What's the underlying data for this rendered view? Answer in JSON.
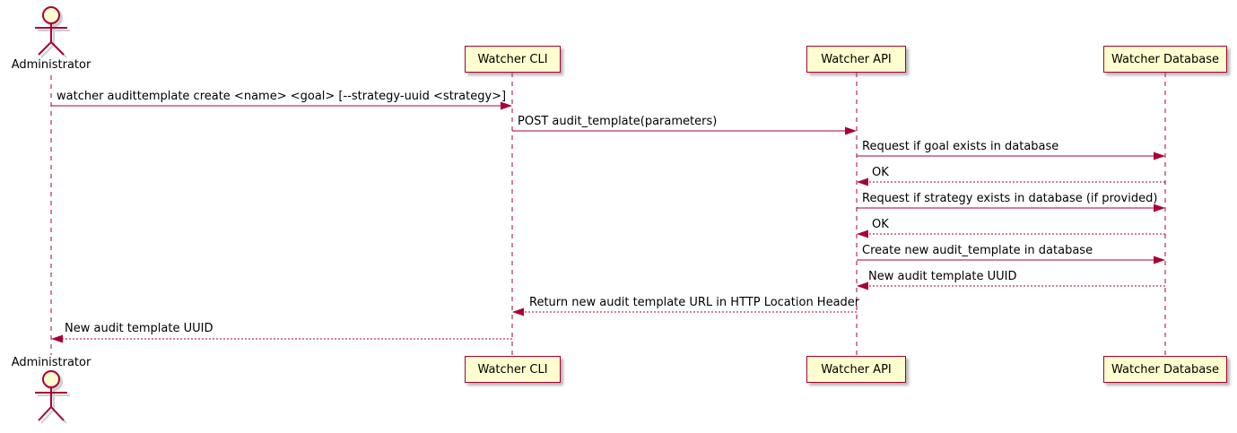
{
  "diagram_type": "uml-sequence-diagram",
  "colors": {
    "participant_fill": "#FEFECE",
    "border_and_arrows": "#A80036",
    "text": "#000000",
    "background": "#FFFFFF",
    "shadow": "#888888"
  },
  "actor": {
    "name": "Administrator"
  },
  "participants": [
    {
      "label": "Watcher CLI"
    },
    {
      "label": "Watcher API"
    },
    {
      "label": "Watcher Database"
    }
  ],
  "messages": [
    {
      "from": "Administrator",
      "to": "Watcher CLI",
      "line": "solid",
      "label": "watcher audittemplate create <name> <goal> [--strategy-uuid <strategy>]"
    },
    {
      "from": "Watcher CLI",
      "to": "Watcher API",
      "line": "solid",
      "label": "POST audit_template(parameters)"
    },
    {
      "from": "Watcher API",
      "to": "Watcher Database",
      "line": "solid",
      "label": "Request if goal exists in database"
    },
    {
      "from": "Watcher Database",
      "to": "Watcher API",
      "line": "dashed",
      "label": "OK"
    },
    {
      "from": "Watcher API",
      "to": "Watcher Database",
      "line": "solid",
      "label": "Request if strategy exists in database (if provided)"
    },
    {
      "from": "Watcher Database",
      "to": "Watcher API",
      "line": "dashed",
      "label": "OK"
    },
    {
      "from": "Watcher API",
      "to": "Watcher Database",
      "line": "solid",
      "label": "Create new audit_template in database"
    },
    {
      "from": "Watcher Database",
      "to": "Watcher API",
      "line": "dashed",
      "label": "New audit template UUID"
    },
    {
      "from": "Watcher API",
      "to": "Watcher CLI",
      "line": "dashed",
      "label": "Return new audit template URL in HTTP Location Header"
    },
    {
      "from": "Watcher CLI",
      "to": "Administrator",
      "line": "dashed",
      "label": "New audit template UUID"
    }
  ]
}
